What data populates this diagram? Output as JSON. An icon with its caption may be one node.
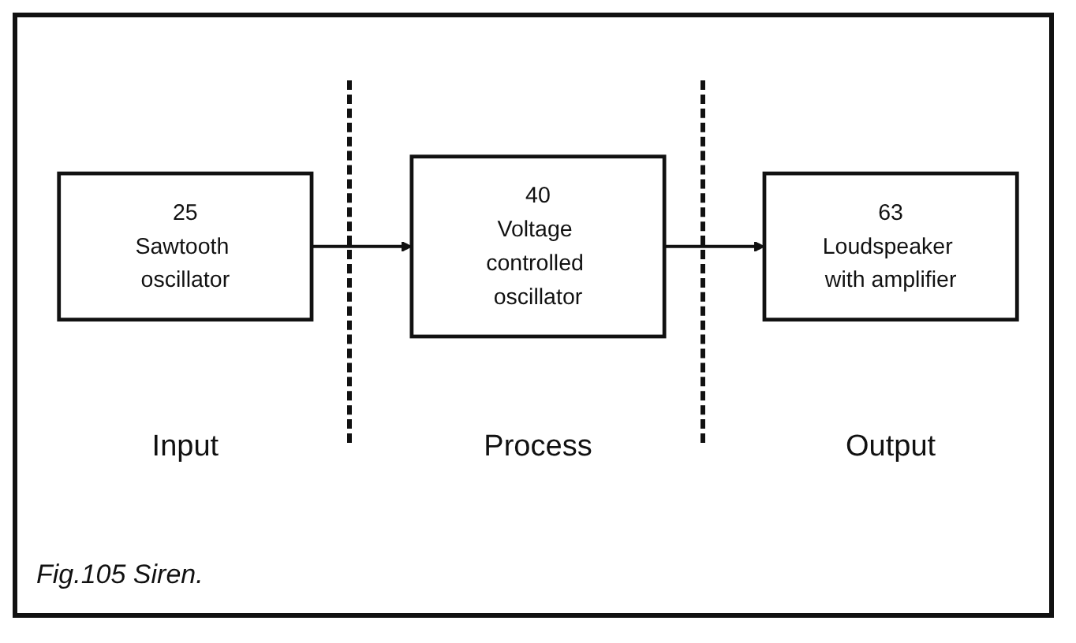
{
  "diagram": {
    "caption": "Fig.105 Siren.",
    "nodes": [
      {
        "text": [
          "25",
          "Sawtooth oscillator"
        ],
        "beside": [
          "Input"
        ]
      },
      {
        "text": [
          "40",
          "Voltage controlled oscillator"
        ],
        "beside": [
          "Process"
        ]
      },
      {
        "text": [
          "63",
          "Loudspeaker with amplifier"
        ],
        "beside": [
          "Output"
        ]
      }
    ],
    "edges": [
      {
        "from": 0,
        "to": 1,
        "arrow": "to"
      },
      {
        "from": 1,
        "to": 2,
        "arrow": "to"
      }
    ]
  }
}
